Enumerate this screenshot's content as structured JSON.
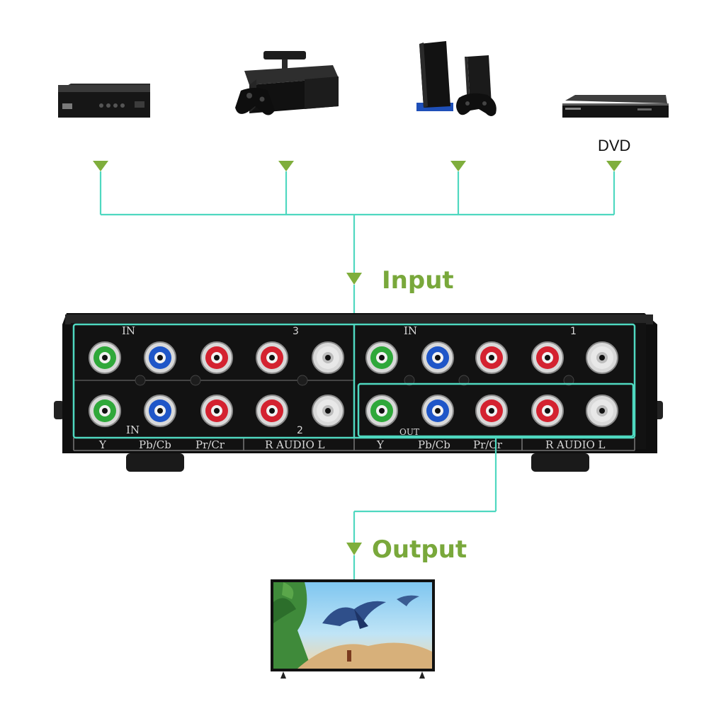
{
  "labels": {
    "dvd": "DVD",
    "input": "Input",
    "output": "Output"
  },
  "panel": {
    "group3_in": "IN",
    "group3_num": "3",
    "group1_in": "IN",
    "group1_num": "1",
    "group2_in": "IN",
    "group2_num": "2",
    "out": "OUT",
    "columns_left": [
      "Y",
      "Pb/Cb",
      "Pr/Cr",
      "R AUDIO L"
    ],
    "columns_right": [
      "Y",
      "Pb/Cb",
      "Pr/Cr",
      "R AUDIO L"
    ]
  },
  "jack_colors": {
    "green": "#2fa83a",
    "blue": "#1f56c8",
    "red": "#d42230",
    "white": "#e8e8e8"
  },
  "accent": "#4fd8c0",
  "label_color": "#79a83b",
  "icons": [
    "set-top-box-icon",
    "xbox-console-icon",
    "playstation-console-icon",
    "dvd-player-icon",
    "television-icon"
  ]
}
